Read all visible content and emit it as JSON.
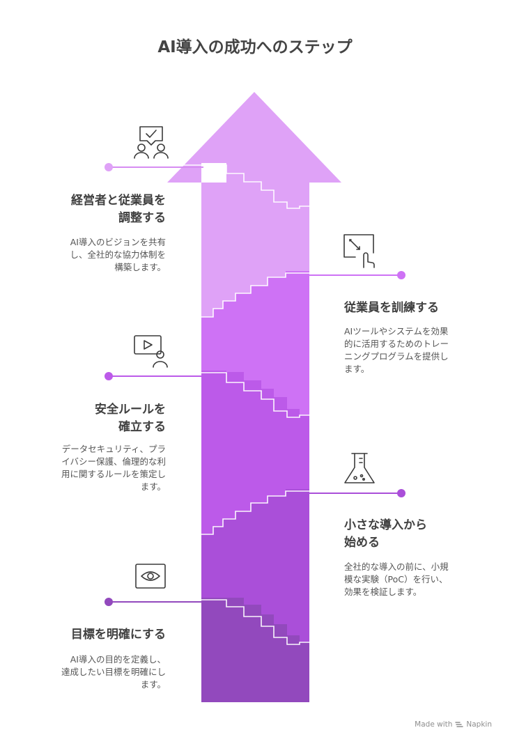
{
  "title": "AI導入の成功へのステップ",
  "steps": [
    {
      "title_lines": [
        "経営者と従業員を",
        "調整する"
      ],
      "desc_lines": [
        "AI導入のビジョンを共有",
        "し、全社的な協力体制を",
        "構築します。"
      ],
      "icon": "team-communication-icon",
      "color": "#dfa2f7"
    },
    {
      "title_lines": [
        "従業員を訓練する"
      ],
      "desc_lines": [
        "AIツールやシステムを効果",
        "的に活用するためのトレー",
        "ニングプログラムを提供し",
        "ます。"
      ],
      "icon": "touch-screen-icon",
      "color": "#ce72f5"
    },
    {
      "title_lines": [
        "安全ルールを",
        "確立する"
      ],
      "desc_lines": [
        "データセキュリティ、プラ",
        "イバシー保護、倫理的な利",
        "用に関するルールを策定し",
        "ます。"
      ],
      "icon": "video-user-icon",
      "color": "#bc5ae9"
    },
    {
      "title_lines": [
        "小さな導入から",
        "始める"
      ],
      "desc_lines": [
        "全社的な導入の前に、小規",
        "模な実験（PoC）を行い、",
        "効果を検証します。"
      ],
      "icon": "flask-icon",
      "color": "#aa4fd9"
    },
    {
      "title_lines": [
        "目標を明確にする"
      ],
      "desc_lines": [
        "AI導入の目的を定義し、",
        "達成したい目標を明確にし",
        "ます。"
      ],
      "icon": "eye-scan-icon",
      "color": "#9249bd"
    }
  ],
  "credit": {
    "made_with": "Made with",
    "brand": "Napkin"
  }
}
